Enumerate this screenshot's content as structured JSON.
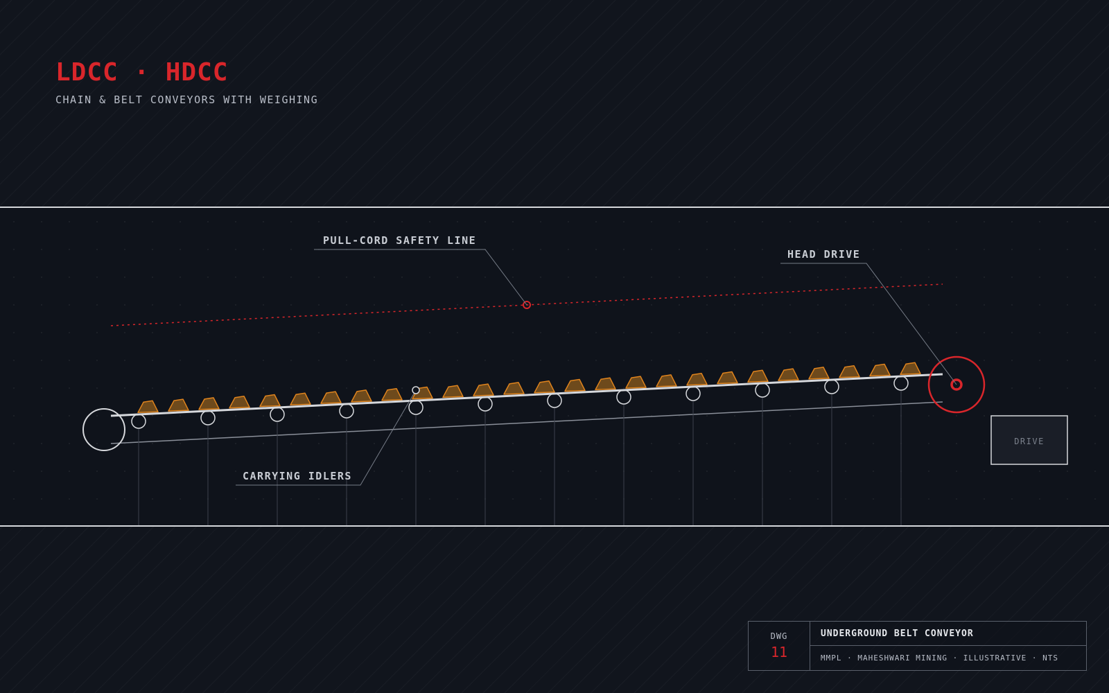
{
  "header": {
    "title": "LDCC · HDCC",
    "subtitle": "CHAIN & BELT CONVEYORS WITH WEIGHING"
  },
  "diagram": {
    "callouts": {
      "pull_cord": "PULL-CORD SAFETY LINE",
      "head_drive": "HEAD DRIVE",
      "carrying_idlers": "CARRYING IDLERS"
    },
    "drive_label": "DRIVE",
    "idler_count": 12,
    "load_count": 26,
    "colors": {
      "accent": "#d9262b",
      "belt": "#d6d8dc",
      "load": "#e0841d",
      "background": "#11151d"
    }
  },
  "title_block": {
    "dwg_label": "DWG",
    "dwg_number": "11",
    "name": "UNDERGROUND BELT CONVEYOR",
    "credits": "MMPL · MAHESHWARI MINING · ILLUSTRATIVE · NTS"
  }
}
